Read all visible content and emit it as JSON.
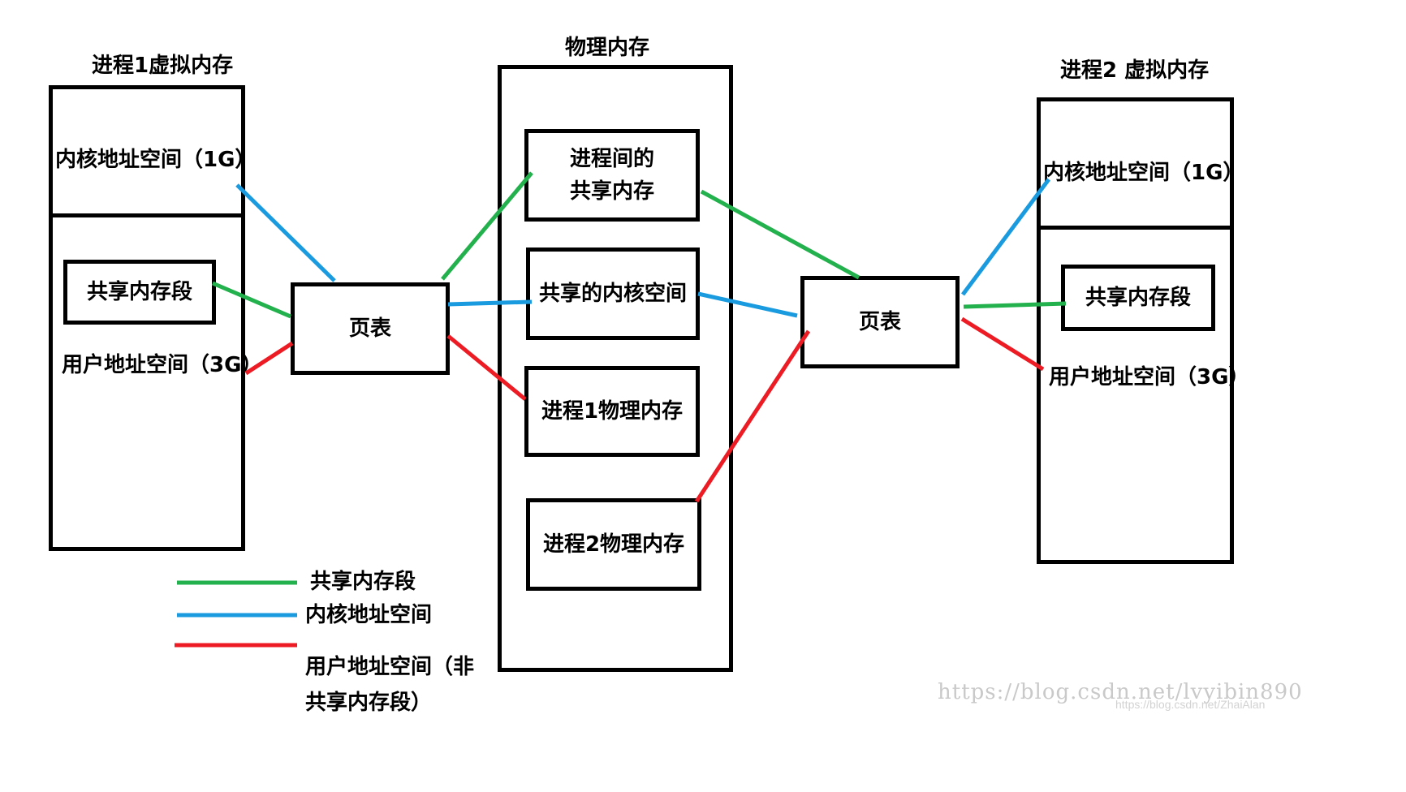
{
  "colors": {
    "green": "#22b14c",
    "blue": "#1a9be0",
    "red": "#ed1c24",
    "stroke": "#000000"
  },
  "process1": {
    "title": "进程1虚拟内存",
    "kernel_space": "内核地址空间（1G）",
    "shared_segment": "共享内存段",
    "user_space": "用户地址空间（3G）"
  },
  "physical": {
    "title": "物理内存",
    "shared_between_line1": "进程间的",
    "shared_between_line2": "共享内存",
    "shared_kernel": "共享的内核空间",
    "proc1_phys": "进程1物理内存",
    "proc2_phys": "进程2物理内存"
  },
  "process2": {
    "title": "进程2 虚拟内存",
    "kernel_space": "内核地址空间（1G）",
    "shared_segment": "共享内存段",
    "user_space": "用户地址空间（3G）"
  },
  "page_table_left": "页表",
  "page_table_right": "页表",
  "legend": [
    {
      "label": "共享内存段",
      "color_key": "green"
    },
    {
      "label": "内核地址空间",
      "color_key": "blue"
    },
    {
      "label": "用户地址空间（非共享内存段）",
      "color_key": "red"
    }
  ],
  "watermark": {
    "main": "https://blog.csdn.net/lvyibin890",
    "small": "https://blog.csdn.net/ZhaiAlan"
  }
}
